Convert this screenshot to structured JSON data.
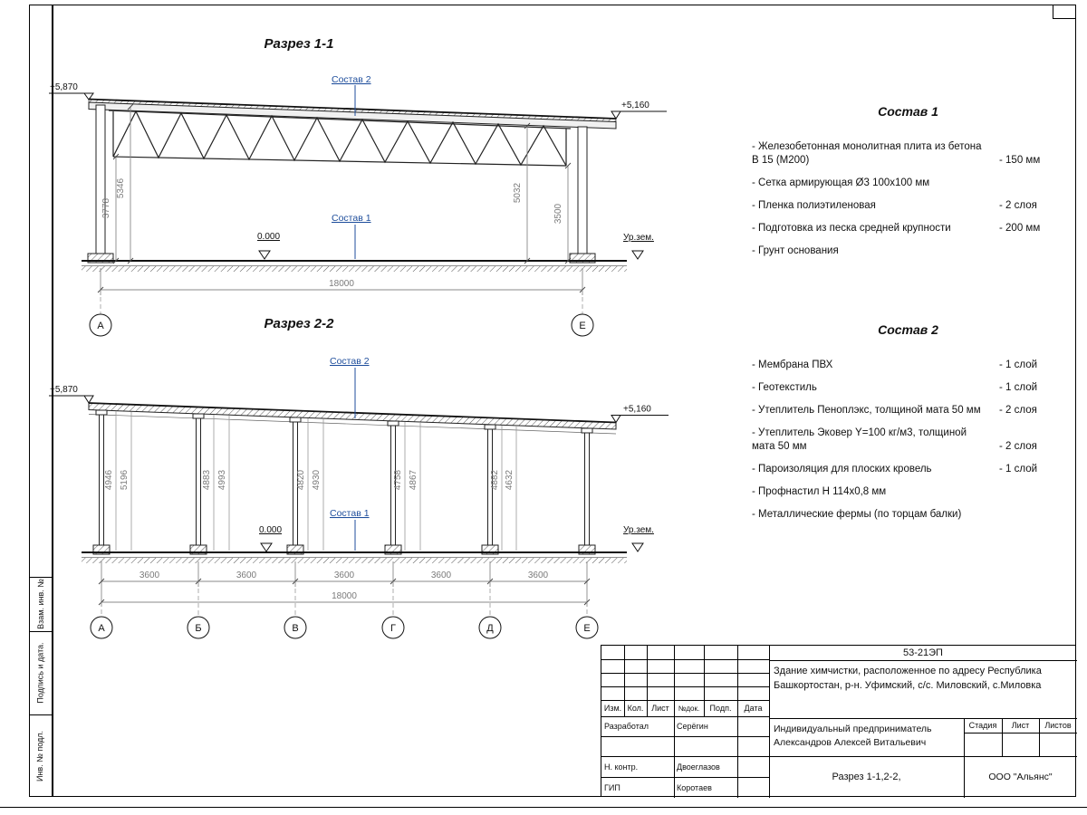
{
  "side_strip": {
    "labels": [
      "Взам. инв. №",
      "Подпись и дата.",
      "Инв. № подл."
    ]
  },
  "section1": {
    "title": "Разрез 1-1",
    "elev_left": "+5,870",
    "elev_right": "+5,160",
    "sostav2_label": "Состав 2",
    "sostav1_label": "Состав 1",
    "zero_level": "0.000",
    "ground_label": "Ур.зем.",
    "dim_left_inner": "3778",
    "dim_left_outer": "5346",
    "dim_right_inner": "5032",
    "dim_right_outer": "3500",
    "dim_total": "18000",
    "axis_left": "А",
    "axis_right": "Е"
  },
  "section2": {
    "title": "Разрез 2-2",
    "elev_left": "+5,870",
    "elev_right": "+5,160",
    "sostav2_label": "Состав 2",
    "sostav1_label": "Состав 1",
    "zero_level": "0.000",
    "ground_label": "Ур.зем.",
    "bay_dims": [
      [
        "4946",
        "5196"
      ],
      [
        "4883",
        "4993"
      ],
      [
        "4820",
        "4930"
      ],
      [
        "4758",
        "4867"
      ],
      [
        "4882",
        "4632"
      ]
    ],
    "bay_width_dims": [
      "3600",
      "3600",
      "3600",
      "3600",
      "3600"
    ],
    "dim_total": "18000",
    "axes": [
      "А",
      "Б",
      "В",
      "Г",
      "Д",
      "Е"
    ]
  },
  "sostav1": {
    "title": "Состав 1",
    "items": [
      {
        "text": "- Железобетонная  монолитная плита из бетона В 15 (М200)",
        "value": "- 150 мм"
      },
      {
        "text": "- Сетка армирующая Ø3 100х100 мм",
        "value": ""
      },
      {
        "text": "- Пленка полиэтиленовая",
        "value": "- 2 слоя"
      },
      {
        "text": "- Подготовка из песка средней крупности",
        "value": "- 200 мм"
      },
      {
        "text": "- Грунт основания",
        "value": ""
      }
    ]
  },
  "sostav2": {
    "title": "Состав 2",
    "items": [
      {
        "text": "- Мембрана ПВХ",
        "value": "- 1 слой"
      },
      {
        "text": "- Геотекстиль",
        "value": "- 1 слой"
      },
      {
        "text": "- Утеплитель Пеноплэкс, толщиной мата 50 мм",
        "value": "- 2 слоя"
      },
      {
        "text": "- Утеплитель Эковер Y=100 кг/м3, толщиной мата 50 мм",
        "value": "- 2 слоя"
      },
      {
        "text": "- Пароизоляция для плоских кровель",
        "value": "- 1 слой"
      },
      {
        "text": "- Профнастил Н 114х0,8 мм",
        "value": ""
      },
      {
        "text": "- Металлические фермы (по торцам балки)",
        "value": ""
      }
    ]
  },
  "titleblock": {
    "code": "53-21ЭП",
    "object": "Здание химчистки,  расположенное по адресу Республика Башкортостан, р-н. Уфимский, с/с. Миловский, с.Миловка",
    "col_izm": "Изм.",
    "col_kol": "Кол.",
    "col_list": "Лист",
    "col_ndok": "№док.",
    "col_podp": "Подп.",
    "col_data": "Дата",
    "rows": [
      {
        "role": "Разработал",
        "name": "Серёгин"
      },
      {
        "role": "Н. контр.",
        "name": "Двоеглазов"
      },
      {
        "role": "ГИП",
        "name": "Коротаев"
      }
    ],
    "developer": "Индивидуальный предприниматель Александров Алексей Витальевич",
    "stage_label": "Стадия",
    "sheet_label": "Лист",
    "sheets_label": "Листов",
    "drawing_name": "Разрез 1-1,2-2,",
    "company": "ООО \"Альянс\""
  }
}
